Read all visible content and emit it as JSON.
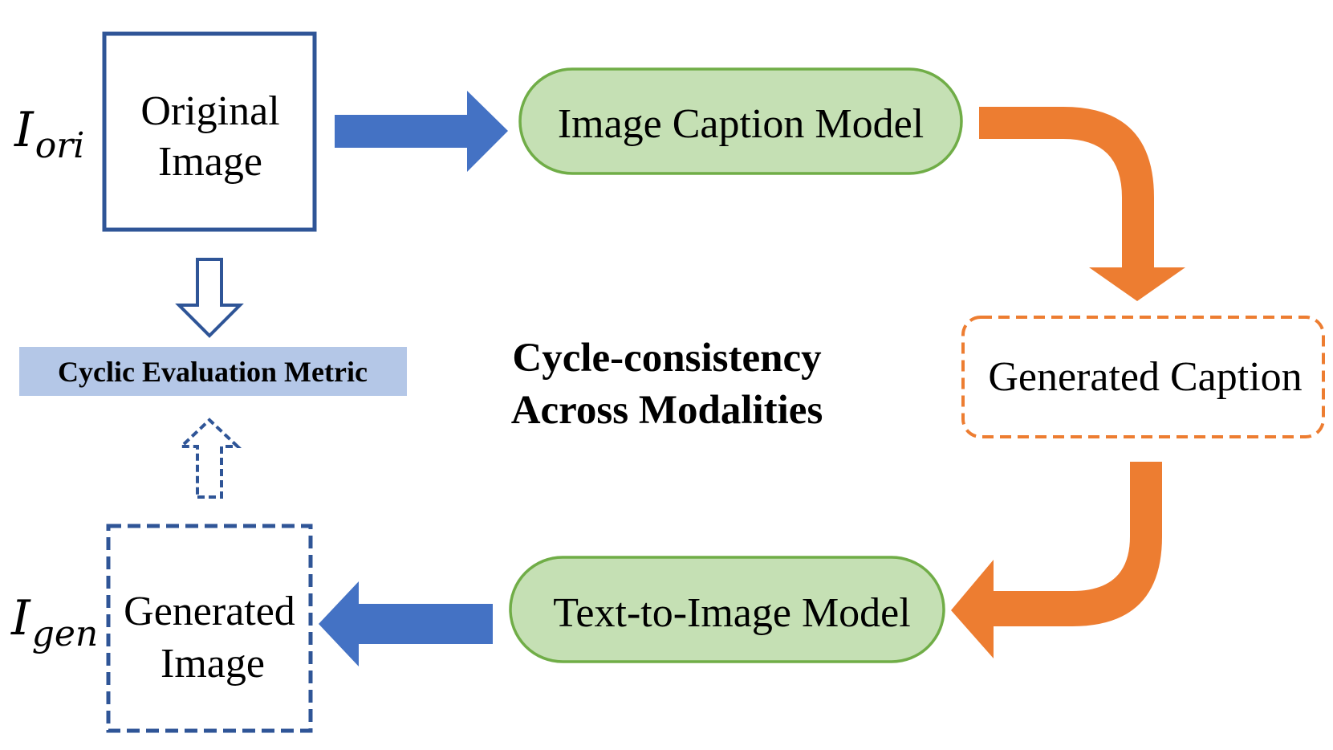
{
  "colors": {
    "blue": "#4472c4",
    "dark_blue": "#2f5597",
    "orange": "#ed7d31",
    "green_fill": "#c5e0b4",
    "green_stroke": "#70ad47",
    "metric_fill": "#b4c7e7",
    "text": "#000000"
  },
  "nodes": {
    "original_image": {
      "line1": "Original",
      "line2": "Image"
    },
    "caption_model": {
      "label": "Image Caption Model"
    },
    "generated_caption": {
      "label": "Generated Caption"
    },
    "t2i_model": {
      "label": "Text-to-Image Model"
    },
    "generated_image": {
      "line1": "Generated",
      "line2": "Image"
    },
    "metric": {
      "label": "Cyclic Evaluation Metric"
    }
  },
  "center_title": {
    "line1": "Cycle-consistency",
    "line2": "Across Modalities"
  },
  "math": {
    "i_ori": {
      "base": "I",
      "sub": "ori"
    },
    "i_gen": {
      "base": "I",
      "sub": "gen"
    }
  }
}
